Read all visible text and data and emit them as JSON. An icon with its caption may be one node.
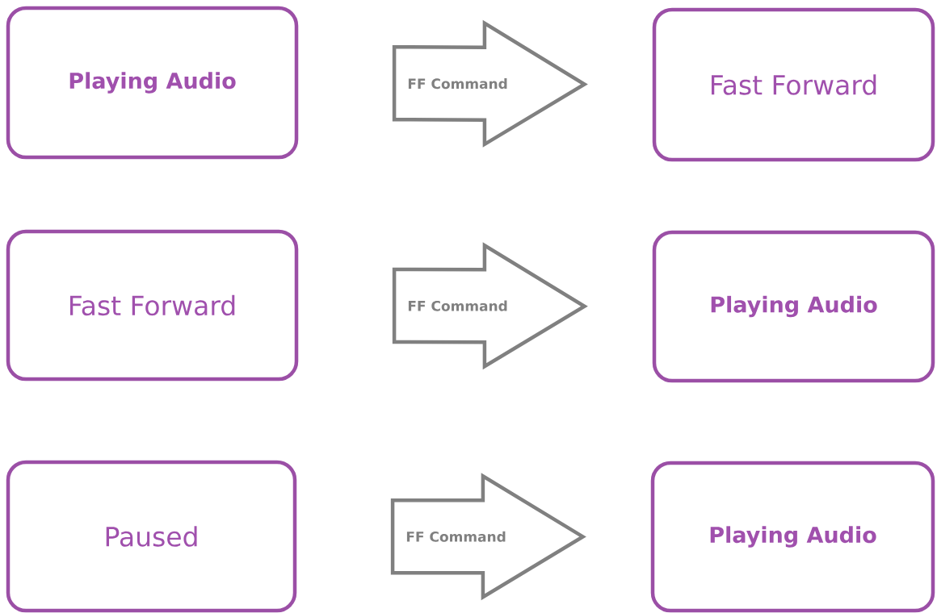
{
  "diagram": {
    "nodes": [
      {
        "text": [
          "Playing Audio"
        ]
      },
      {
        "text": [
          "Fast Forward"
        ]
      },
      {
        "text": [
          "Fast Forward"
        ]
      },
      {
        "text": [
          "Playing Audio"
        ]
      },
      {
        "text": [
          "Paused"
        ]
      },
      {
        "text": [
          "Playing Audio"
        ]
      }
    ],
    "edges": [
      {
        "from": 0,
        "to": 1,
        "arrow": "to",
        "label": "FF Command"
      },
      {
        "from": 2,
        "to": 3,
        "arrow": "to",
        "label": "FF Command"
      },
      {
        "from": 4,
        "to": 5,
        "arrow": "to",
        "label": "FF Command"
      }
    ]
  }
}
